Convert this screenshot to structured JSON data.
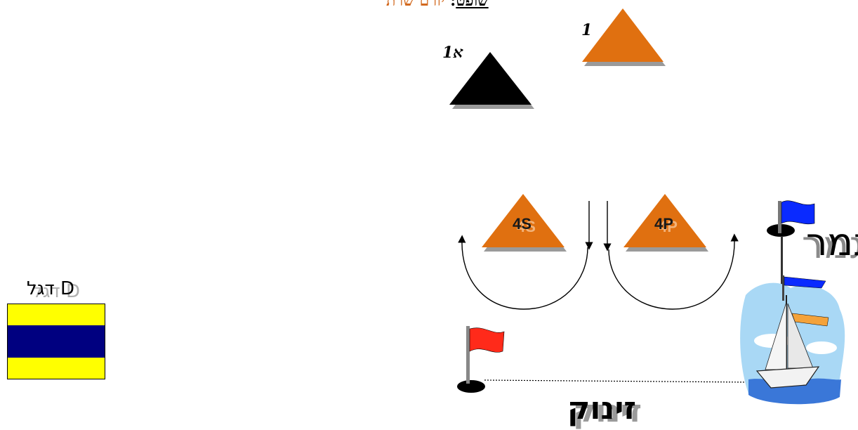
{
  "header": {
    "judge_label": "שופט",
    "separator": ":",
    "judge_name": "יורם שרת"
  },
  "marks": {
    "mark_1": "1",
    "mark_1a": "1א",
    "gate_s": "4S",
    "gate_p": "4P"
  },
  "labels": {
    "finish": "גמר",
    "start": "זינוק",
    "flag_d_title": "דגל D"
  },
  "colors": {
    "mark_orange": "#e07010",
    "mark_black": "#000000",
    "flag_red": "#ff2a1a",
    "flag_blue": "#0a2aff",
    "flag_d_yellow": "#ffff00",
    "flag_d_navy": "#000080"
  },
  "icons": {
    "boat": "sailboat-icon",
    "start_flag": "red-flag-icon",
    "finish_flag": "blue-flag-icon"
  }
}
